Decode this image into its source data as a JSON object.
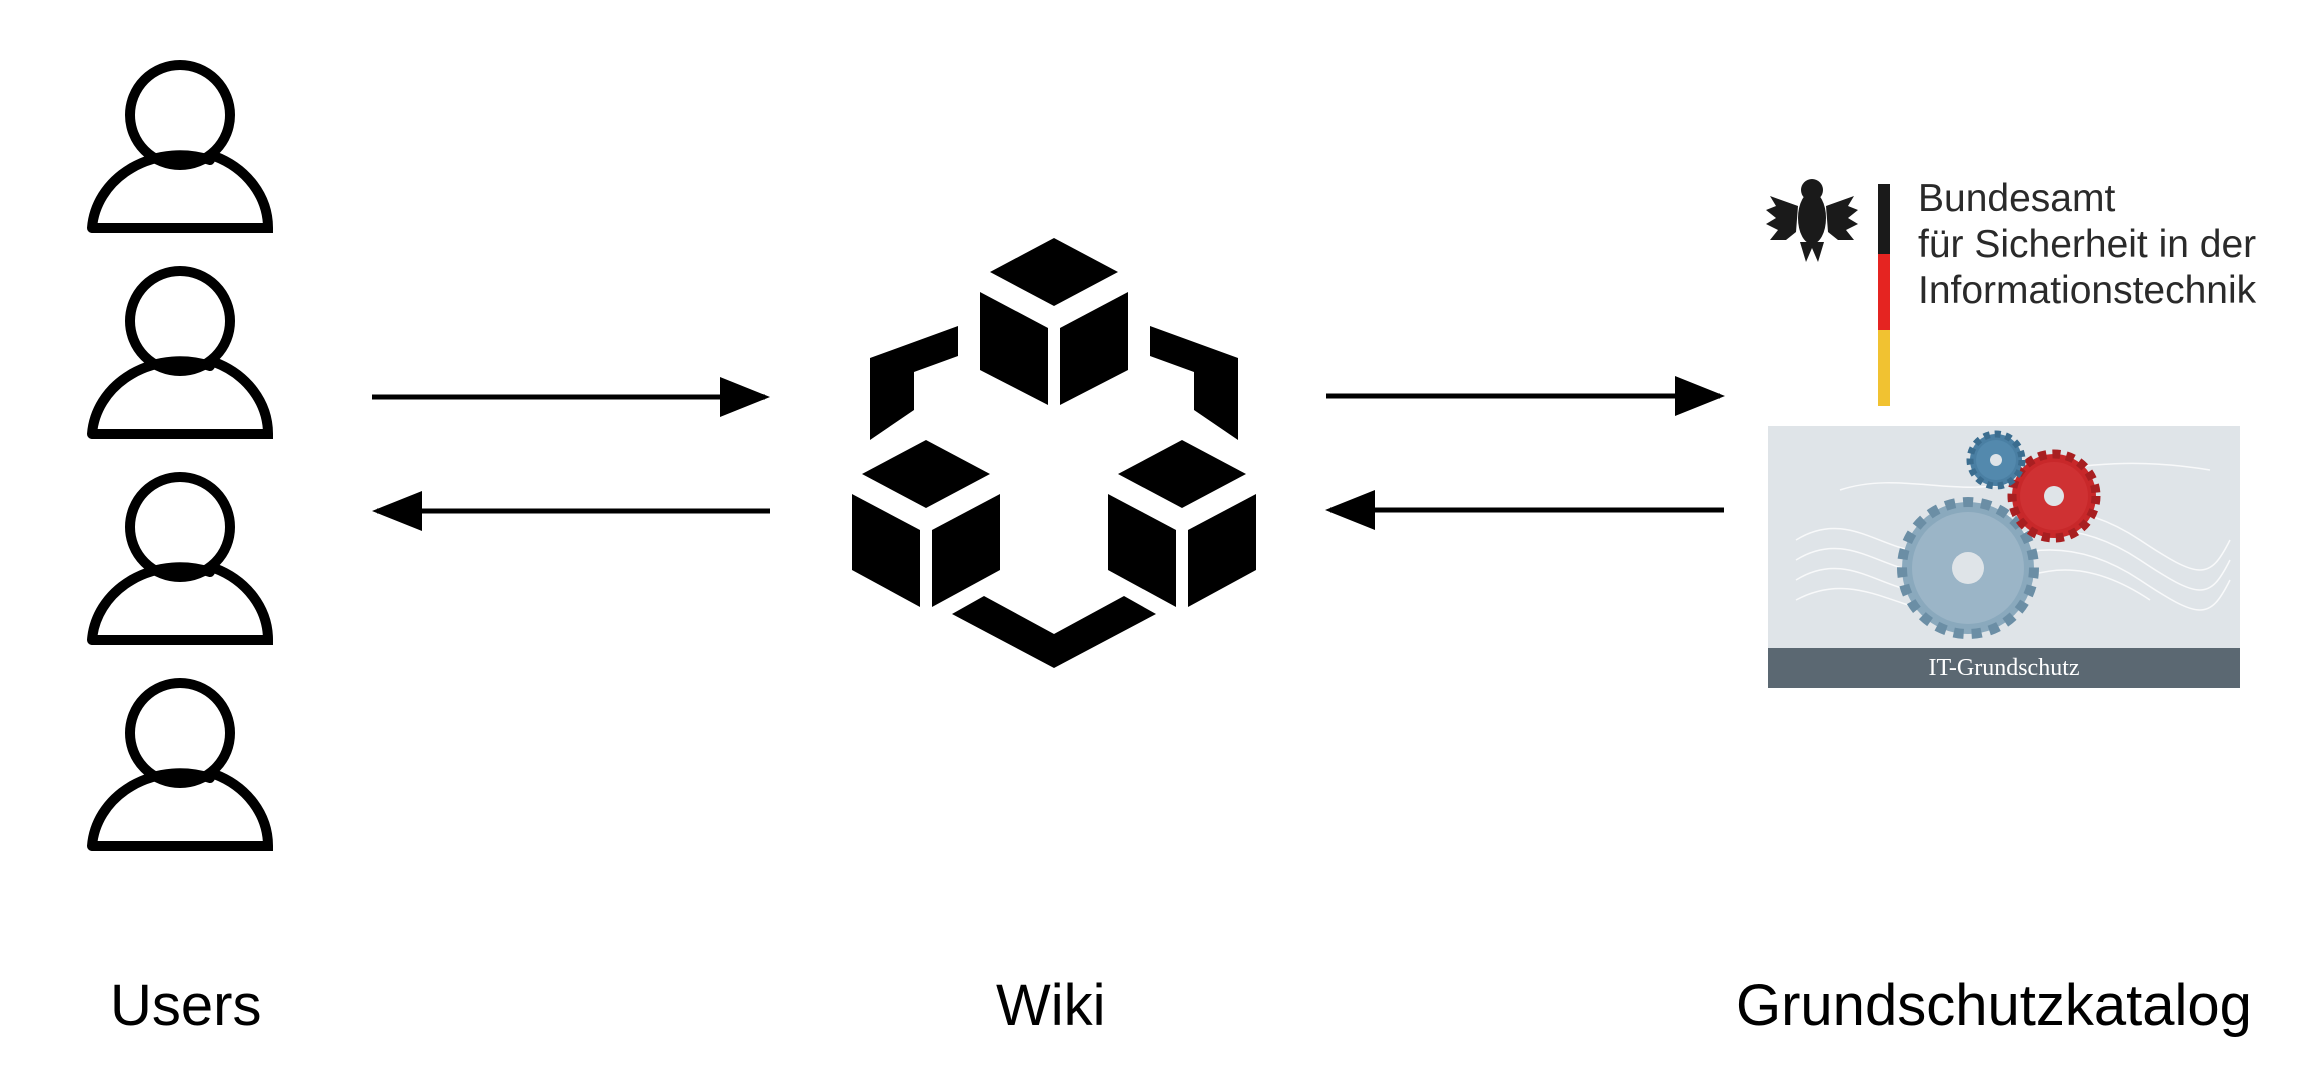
{
  "labels": {
    "users": "Users",
    "wiki": "Wiki",
    "katalog": "Grundschutzkatalog"
  },
  "bsi_logo": {
    "line1": "Bundesamt",
    "line2": "für Sicherheit in der",
    "line3": "Informationstechnik"
  },
  "it_grundschutz": {
    "caption": "IT-Grundschutz"
  },
  "icons": {
    "users": "person-outline-icon",
    "wiki": "cube-hexagon-logo-icon",
    "bsi": "federal-eagle-icon",
    "grundschutz": "gears-icon"
  },
  "colors": {
    "stroke": "#000000",
    "flag_black": "#1a1a1a",
    "flag_red": "#e52421",
    "flag_gold": "#f1c231",
    "gear_blue_light": "#8aa9bd",
    "gear_blue_dark": "#4a7fa3",
    "gear_red": "#c8282a",
    "caption_bar": "#5b6872"
  }
}
